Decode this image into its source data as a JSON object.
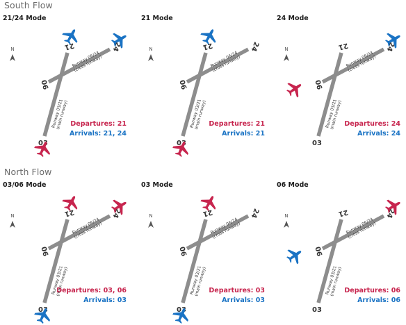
{
  "colors": {
    "departure": "#c7254e",
    "arrival": "#1a73c4",
    "runway": "#8d8d8d",
    "text": "#333333"
  },
  "runway_labels": {
    "r21": "21",
    "r24": "24",
    "r06": "06",
    "r03": "03",
    "cross_name": "Runway 06/24",
    "cross_sub": "(cross runway)",
    "main_name": "Runway 03/21",
    "main_sub": "(main runway)",
    "north": "N"
  },
  "south_flow": {
    "title": "South Flow",
    "panels": [
      {
        "mode": "21/24 Mode",
        "departures_label": "Departures: 21",
        "arrivals_label": "Arrivals: 21, 24",
        "planes": [
          {
            "kind": "arrival",
            "at": "top21"
          },
          {
            "kind": "arrival",
            "at": "top24"
          },
          {
            "kind": "departure",
            "at": "bottom03"
          }
        ]
      },
      {
        "mode": "21 Mode",
        "departures_label": "Departures: 21",
        "arrivals_label": "Arrivals: 21",
        "planes": [
          {
            "kind": "arrival",
            "at": "top21"
          },
          {
            "kind": "departure",
            "at": "bottom03"
          }
        ]
      },
      {
        "mode": "24 Mode",
        "departures_label": "Departures: 24",
        "arrivals_label": "Arrivals: 24",
        "planes": [
          {
            "kind": "arrival",
            "at": "top24"
          },
          {
            "kind": "departure",
            "at": "left06"
          }
        ]
      }
    ]
  },
  "north_flow": {
    "title": "North Flow",
    "panels": [
      {
        "mode": "03/06 Mode",
        "departures_label": "Departures: 03, 06",
        "arrivals_label": "Arrivals: 03",
        "planes": [
          {
            "kind": "departure",
            "at": "top21"
          },
          {
            "kind": "departure",
            "at": "top24"
          },
          {
            "kind": "arrival",
            "at": "bottom03"
          }
        ]
      },
      {
        "mode": "03 Mode",
        "departures_label": "Departures: 03",
        "arrivals_label": "Arrivals: 03",
        "planes": [
          {
            "kind": "departure",
            "at": "top21"
          },
          {
            "kind": "arrival",
            "at": "bottom03"
          }
        ]
      },
      {
        "mode": "06 Mode",
        "departures_label": "Departures: 06",
        "arrivals_label": "Arrivals: 06",
        "planes": [
          {
            "kind": "departure",
            "at": "top24"
          },
          {
            "kind": "arrival",
            "at": "left06"
          }
        ]
      }
    ]
  }
}
